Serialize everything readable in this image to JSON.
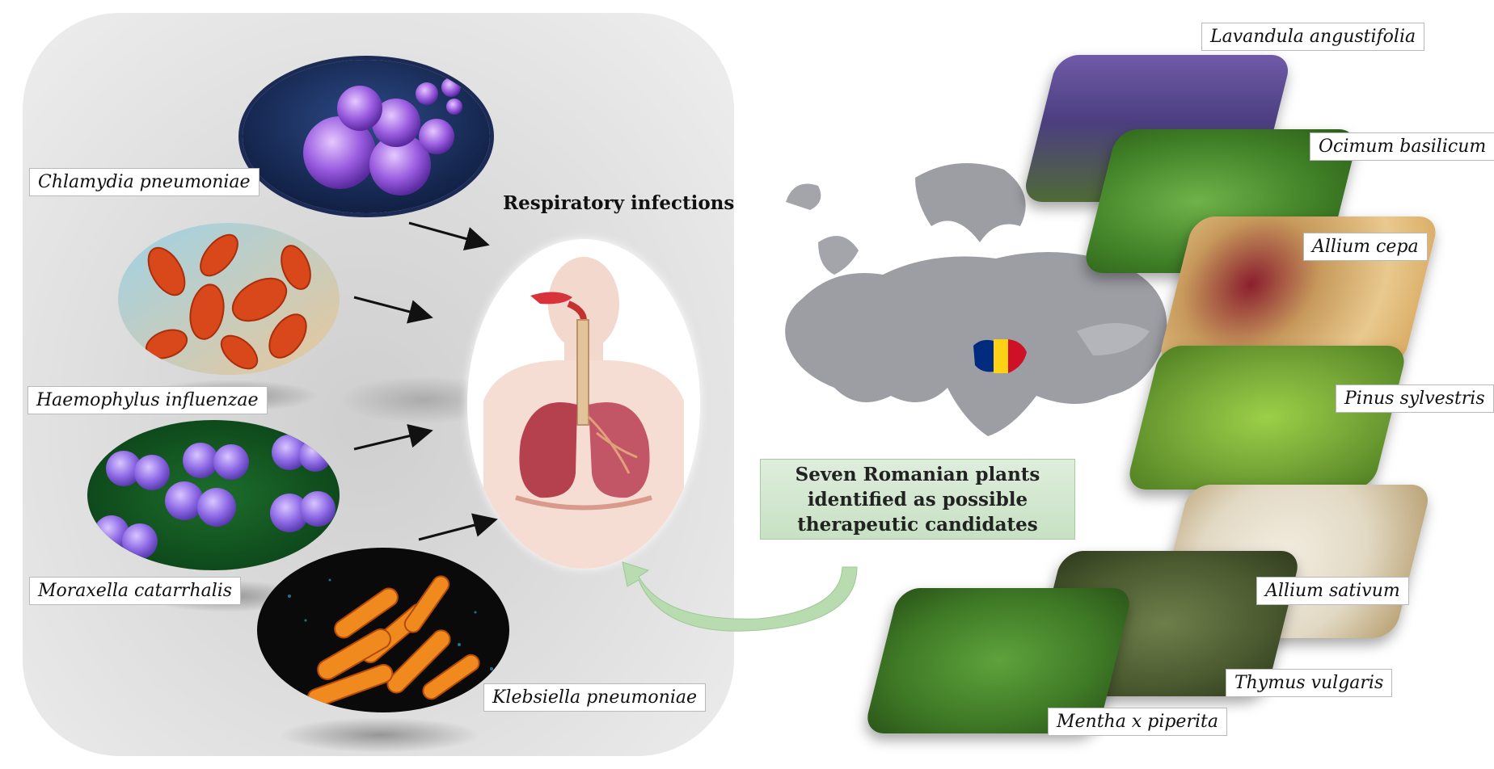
{
  "bacteria": [
    {
      "name": "Chlamydia pneumoniae"
    },
    {
      "name": "Haemophylus influenzae"
    },
    {
      "name": "Moraxella catarrhalis"
    },
    {
      "name": "Klebsiella pneumoniae"
    }
  ],
  "center_title": "Respiratory infections",
  "summary": {
    "line1": "Seven Romanian plants",
    "line2": "identified as possible",
    "line3": "therapeutic candidates"
  },
  "plants": [
    {
      "name": "Lavandula angustifolia"
    },
    {
      "name": "Ocimum basilicum"
    },
    {
      "name": "Allium cepa"
    },
    {
      "name": "Pinus sylvestris"
    },
    {
      "name": "Allium sativum"
    },
    {
      "name": "Thymus vulgaris"
    },
    {
      "name": "Mentha x piperita"
    }
  ],
  "colors": {
    "panel": "#dcdcdc",
    "summary_box": "#d3e8cf",
    "arrow_curve": "#a9d3a0",
    "map": "#9d9ea4",
    "romania_flag": [
      "#002b7f",
      "#fcd116",
      "#ce1126"
    ]
  }
}
